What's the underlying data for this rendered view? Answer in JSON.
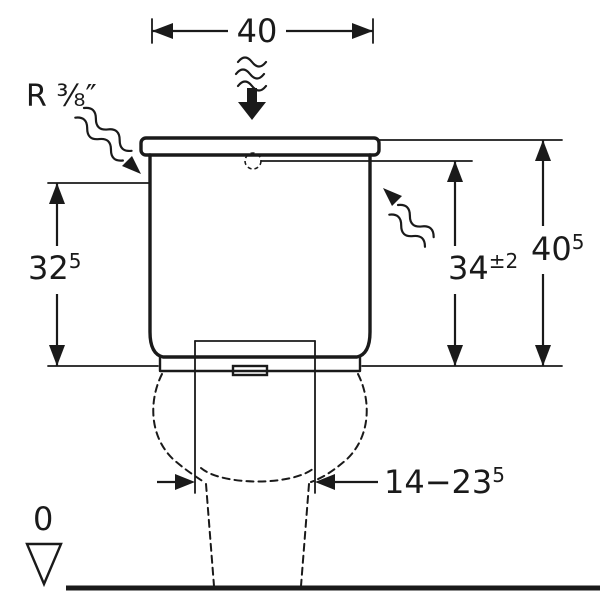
{
  "drawing": {
    "colors": {
      "ink": "#1a1a1a",
      "background": "#ffffff"
    },
    "labels": {
      "connection": "R ⅜″",
      "ground_level": "0"
    },
    "dimensions": {
      "width_top": {
        "base": "40"
      },
      "height_left": {
        "base": "32",
        "sup": "5"
      },
      "height_inner": {
        "base": "34",
        "sup": "±2"
      },
      "height_right": {
        "base": "40",
        "sup": "5"
      },
      "depth_bottom": {
        "base": "14−23",
        "sup": "5"
      }
    }
  }
}
